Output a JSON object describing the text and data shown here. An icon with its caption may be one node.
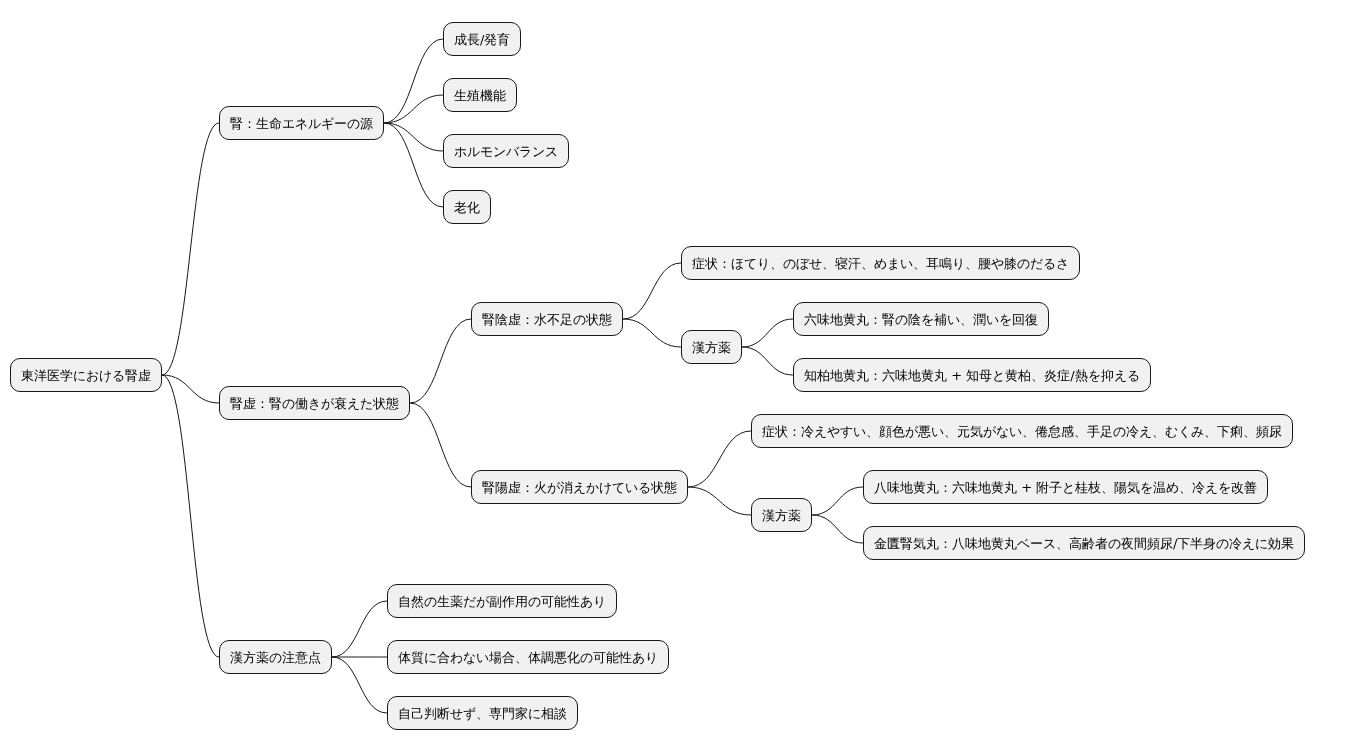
{
  "diagram": {
    "nodes": [
      {
        "text": [
          "東洋医学における腎虚"
        ]
      },
      {
        "text": [
          "腎：生命エネルギーの源"
        ]
      },
      {
        "text": [
          "成長/発育"
        ]
      },
      {
        "text": [
          "生殖機能"
        ]
      },
      {
        "text": [
          "ホルモンバランス"
        ]
      },
      {
        "text": [
          "老化"
        ]
      },
      {
        "text": [
          "腎虚：腎の働きが衰えた状態"
        ]
      },
      {
        "text": [
          "腎陰虚：水不足の状態"
        ]
      },
      {
        "text": [
          "症状：ほてり、のぼせ、寝汗、めまい、耳鳴り、腰や膝のだるさ"
        ]
      },
      {
        "text": [
          "漢方薬"
        ]
      },
      {
        "text": [
          "六味地黄丸：腎の陰を補い、潤いを回復"
        ]
      },
      {
        "text": [
          "知柏地黄丸：六味地黄丸 + 知母と黄柏、炎症/熱を抑える"
        ]
      },
      {
        "text": [
          "腎陽虚：火が消えかけている状態"
        ]
      },
      {
        "text": [
          "症状：冷えやすい、顔色が悪い、元気がない、倦怠感、手足の冷え、むくみ、下痢、頻尿"
        ]
      },
      {
        "text": [
          "漢方薬"
        ]
      },
      {
        "text": [
          "八味地黄丸：六味地黄丸 + 附子と桂枝、陽気を温め、冷えを改善"
        ]
      },
      {
        "text": [
          "金匱腎気丸：八味地黄丸ベース、高齢者の夜間頻尿/下半身の冷えに効果"
        ]
      },
      {
        "text": [
          "漢方薬の注意点"
        ]
      },
      {
        "text": [
          "自然の生薬だが副作用の可能性あり"
        ]
      },
      {
        "text": [
          "体質に合わない場合、体調悪化の可能性あり"
        ]
      },
      {
        "text": [
          "自己判断せず、専門家に相談"
        ]
      }
    ],
    "edges": [
      {
        "from": 0,
        "to": 1,
        "arrow": "none"
      },
      {
        "from": 1,
        "to": 2,
        "arrow": "none"
      },
      {
        "from": 1,
        "to": 3,
        "arrow": "none"
      },
      {
        "from": 1,
        "to": 4,
        "arrow": "none"
      },
      {
        "from": 1,
        "to": 5,
        "arrow": "none"
      },
      {
        "from": 0,
        "to": 6,
        "arrow": "none"
      },
      {
        "from": 6,
        "to": 7,
        "arrow": "none"
      },
      {
        "from": 7,
        "to": 8,
        "arrow": "none"
      },
      {
        "from": 7,
        "to": 9,
        "arrow": "none"
      },
      {
        "from": 9,
        "to": 10,
        "arrow": "none"
      },
      {
        "from": 9,
        "to": 11,
        "arrow": "none"
      },
      {
        "from": 6,
        "to": 12,
        "arrow": "none"
      },
      {
        "from": 12,
        "to": 13,
        "arrow": "none"
      },
      {
        "from": 12,
        "to": 14,
        "arrow": "none"
      },
      {
        "from": 14,
        "to": 15,
        "arrow": "none"
      },
      {
        "from": 14,
        "to": 16,
        "arrow": "none"
      },
      {
        "from": 0,
        "to": 17,
        "arrow": "none"
      },
      {
        "from": 17,
        "to": 18,
        "arrow": "none"
      },
      {
        "from": 17,
        "to": 19,
        "arrow": "none"
      },
      {
        "from": 17,
        "to": 20,
        "arrow": "none"
      }
    ]
  }
}
